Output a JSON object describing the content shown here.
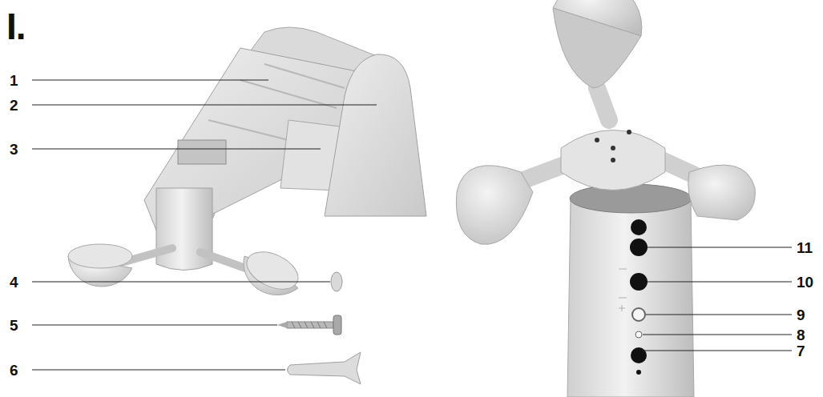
{
  "diagram": {
    "title": "I.",
    "labels": [
      "1",
      "2",
      "3",
      "4",
      "5",
      "6",
      "11",
      "10",
      "9",
      "8",
      "7"
    ]
  }
}
